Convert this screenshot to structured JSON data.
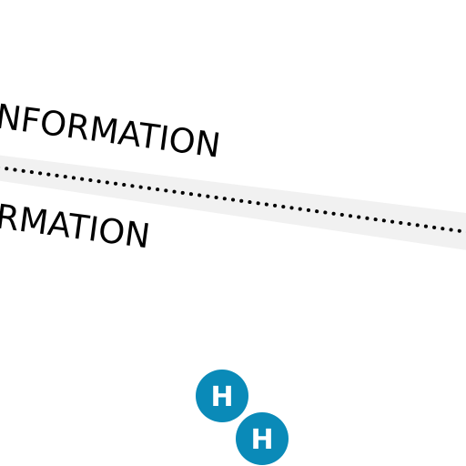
{
  "map_labels": {
    "upper": "NFORMATION",
    "lower": "RMATION"
  },
  "markers": [
    {
      "letter": "H"
    },
    {
      "letter": "H"
    }
  ],
  "colors": {
    "background": "#ffffff",
    "band": "#f1f1f1",
    "dotted_line": "#000000",
    "label": "#000000",
    "marker": "#0a8ab8",
    "marker_text": "#ffffff"
  },
  "icons": {
    "marker": "h-marker-icon",
    "boundary": "dotted-boundary-line"
  }
}
